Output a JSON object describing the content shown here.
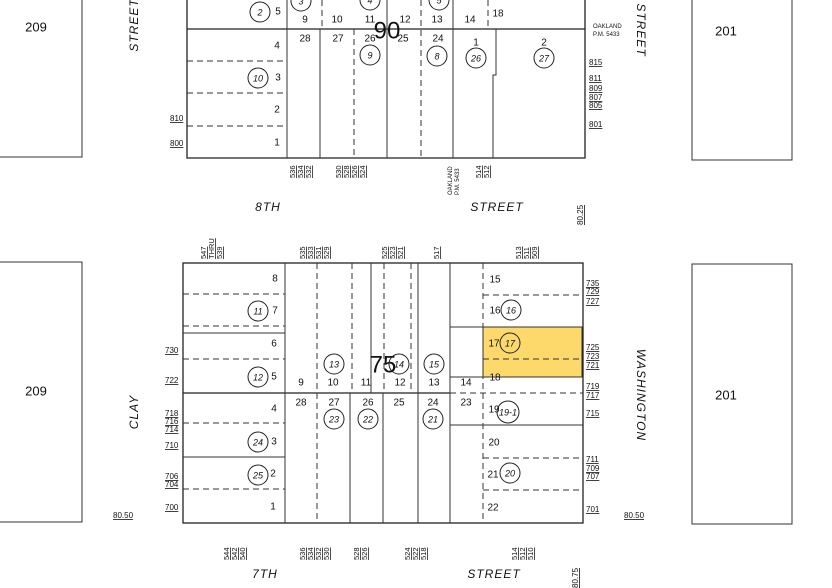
{
  "map": {
    "highlight_color": "#fcd96a",
    "streets": {
      "left_top": "STREET",
      "left_bottom": "CLAY",
      "right_top": "STREET",
      "right_bottom": "WASHINGTON",
      "eighth_a": "8TH",
      "eighth_b": "STREET",
      "seventh_a": "7TH",
      "seventh_b": "STREET"
    },
    "adjacent_blocks": {
      "left_top": "209",
      "left_bottom": "209",
      "right_top": "201",
      "right_bottom": "201"
    },
    "block_numbers": {
      "top": "90",
      "bottom": "75"
    },
    "grid_refs": {
      "left": "80.50",
      "right": "80.50",
      "top": "80.25",
      "bottom": "80.75"
    },
    "oakland_pm": {
      "line1": "OAKLAND",
      "line2": "P.M. 5433"
    },
    "top_block": {
      "lots": [
        "5",
        "9",
        "10",
        "11",
        "12",
        "13",
        "14",
        "18",
        "28",
        "27",
        "26",
        "25",
        "24",
        "1",
        "2",
        "4",
        "3",
        "2",
        "1"
      ],
      "parcels": [
        "2",
        "3",
        "4",
        "5",
        "10",
        "9",
        "8",
        "26",
        "27"
      ],
      "left_addresses": [
        "810",
        "800"
      ],
      "right_addresses": [
        "815",
        "811",
        "809",
        "807",
        "805",
        "801"
      ],
      "bottom_addresses": [
        "536",
        "534",
        "532",
        "530",
        "528",
        "526",
        "524",
        "514",
        "512"
      ]
    },
    "bottom_block": {
      "lots": [
        "8",
        "7",
        "6",
        "5",
        "9",
        "10",
        "11",
        "12",
        "13",
        "14",
        "15",
        "16",
        "17",
        "18",
        "4",
        "3",
        "2",
        "1",
        "28",
        "27",
        "26",
        "25",
        "24",
        "23",
        "19",
        "20",
        "21",
        "22"
      ],
      "parcels": [
        "11",
        "12",
        "13",
        "14",
        "15",
        "16",
        "17",
        "24",
        "25",
        "23",
        "22",
        "21",
        "19-1",
        "20"
      ],
      "left_addresses": [
        "730",
        "722",
        "718",
        "716",
        "714",
        "710",
        "706",
        "704",
        "700"
      ],
      "right_addresses": [
        "735",
        "729",
        "727",
        "725",
        "723",
        "721",
        "719",
        "717",
        "715",
        "711",
        "709",
        "707",
        "701"
      ],
      "top_addresses": [
        "547",
        "THRU",
        "539",
        "535",
        "533",
        "531",
        "529",
        "525",
        "523",
        "521",
        "517",
        "513",
        "511",
        "509"
      ],
      "bottom_addresses": [
        "544",
        "542",
        "540",
        "536",
        "534",
        "532",
        "530",
        "528",
        "526",
        "524",
        "522",
        "518",
        "514",
        "512",
        "510"
      ]
    },
    "selected_parcel": "17"
  }
}
